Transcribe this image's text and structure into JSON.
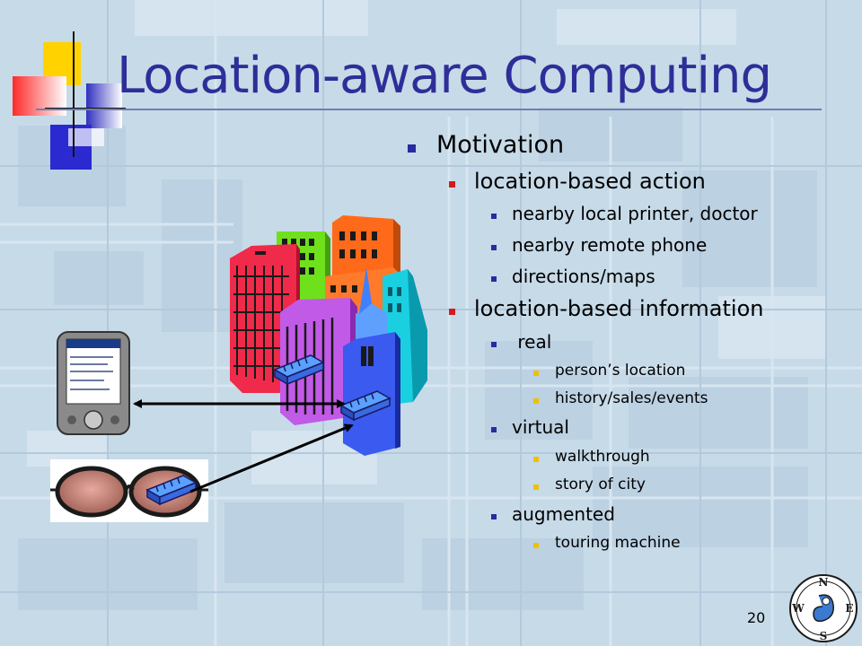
{
  "title": "Location-aware Computing",
  "bullets": [
    {
      "level": 1,
      "text": "Motivation"
    },
    {
      "level": 2,
      "text": "location-based action"
    },
    {
      "level": 3,
      "text": "nearby local printer, doctor"
    },
    {
      "level": 3,
      "text": "nearby remote phone"
    },
    {
      "level": 3,
      "text": "directions/maps"
    },
    {
      "level": 2,
      "text": "location-based information"
    },
    {
      "level": 3,
      "text": " real"
    },
    {
      "level": 4,
      "text": "person’s location"
    },
    {
      "level": 4,
      "text": "history/sales/events"
    },
    {
      "level": 3,
      "text": "virtual"
    },
    {
      "level": 4,
      "text": "walkthrough"
    },
    {
      "level": 4,
      "text": "story of city"
    },
    {
      "level": 3,
      "text": "augmented"
    },
    {
      "level": 4,
      "text": "touring machine"
    }
  ],
  "page_number": "20",
  "colors": {
    "title": "#2e2e99",
    "bullet_level1": "#2a2aa0",
    "bullet_level2": "#d21c1c",
    "bullet_level3": "#2a2aa0",
    "bullet_level4": "#f0c000"
  },
  "icons": [
    "decorative-squares-icon",
    "city-buildings-icon",
    "pda-device-icon",
    "eyeglasses-icon",
    "network-chip-icon",
    "compass-logo-icon"
  ]
}
